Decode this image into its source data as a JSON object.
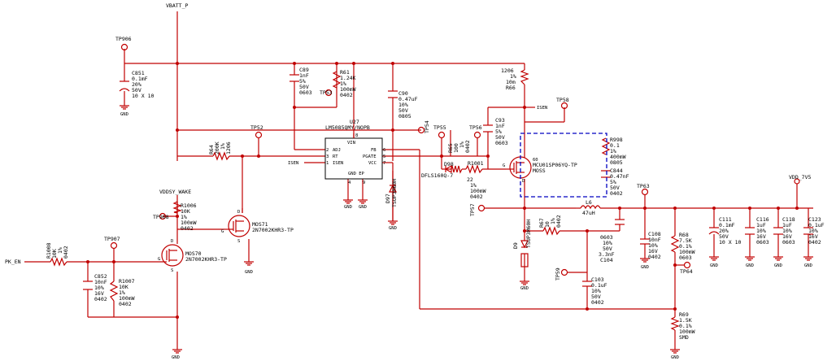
{
  "nets": {
    "vbatt": "VBATT_P",
    "vdd_7v5": "VDD_7V5",
    "vddsy_wake": "VDDSY_WAKE",
    "pk_en": "PK_EN",
    "isen": "ISEN",
    "gnd": "GND"
  },
  "test_points": {
    "tp906": "TP906",
    "tp53": "TP53",
    "tp52": "TP52",
    "tp54": "TP54",
    "tp55": "TP55",
    "tp56": "TP56",
    "tp58": "TP58",
    "tp57": "TP57",
    "tp63": "TP63",
    "tp64": "TP64",
    "tp59": "TP59",
    "tp907": "TP907",
    "tp908": "TP908"
  },
  "ic_pins": {
    "vin": "VIN",
    "adj": "ADJ",
    "rt": "RT",
    "isen": "ISEN",
    "fb": "FB",
    "pgate": "PGATE",
    "vcc": "VCC",
    "gnd_ep": "GND EP",
    "n1": "1",
    "n2": "2",
    "n3": "3",
    "n4": "4",
    "n5": "5",
    "n6": "6",
    "n7": "7",
    "n8": "8",
    "n9": "9"
  },
  "components": {
    "c851": [
      "C851",
      "0.1mF",
      "20%",
      "50V",
      "10 X 10"
    ],
    "c89": [
      "C89",
      "1nF",
      "5%",
      "50V",
      "0603"
    ],
    "r61": [
      "R61",
      "1.24K",
      "1%",
      "100mW",
      "0402"
    ],
    "c90": [
      "C90",
      "0.47uF",
      "10%",
      "50V",
      "0805"
    ],
    "u27": [
      "U27",
      "LM5085QMY/NOPB"
    ],
    "r64": [
      "R64",
      "200K",
      "1%",
      "1206"
    ],
    "r65": [
      "R65",
      "100",
      "1%",
      "0402"
    ],
    "c93": [
      "C93",
      "1nF",
      "5%",
      "50V",
      "0603"
    ],
    "r66": [
      "1206",
      "1%",
      "10m",
      "R66"
    ],
    "d98": [
      "D98",
      "DFLS160Q-7"
    ],
    "r1001": [
      "R1001",
      "22",
      "1%",
      "100mW",
      "0402"
    ],
    "q60": [
      "60",
      "MCU01SP06YQ-TP",
      "MOSS",
      "G",
      "D"
    ],
    "r998": [
      "R998",
      "0.1",
      "1%",
      "400mW",
      "0805"
    ],
    "c844": [
      "C844",
      "0.47nF",
      "5%",
      "50V",
      "0402"
    ],
    "d97": [
      "D97",
      "TSUP3M60H"
    ],
    "d9": [
      "D9",
      "TSUP3M60H"
    ],
    "r67": [
      "R67",
      "10",
      "1%",
      "0402"
    ],
    "l6": [
      "L6",
      "47uH"
    ],
    "c104": [
      "0603",
      "10%",
      "50V",
      "3.3nF",
      "C104"
    ],
    "c103": [
      "C103",
      "0.1uF",
      "10%",
      "50V",
      "0402"
    ],
    "c108": [
      "C108",
      "10nF",
      "10%",
      "16V",
      "0402"
    ],
    "r68": [
      "R68",
      "7.5K",
      "0.1%",
      "100mW",
      "0603"
    ],
    "r69": [
      "R69",
      "1.5K",
      "0.1%",
      "100mW",
      "SMD"
    ],
    "c111": [
      "C111",
      "0.1mF",
      "20%",
      "50V",
      "10 X 10"
    ],
    "c116": [
      "C116",
      "1uF",
      "10%",
      "16V",
      "0603"
    ],
    "c118": [
      "C118",
      "1uF",
      "10%",
      "16V",
      "0603"
    ],
    "c123": [
      "C123",
      "0.1uF",
      "10%",
      "16V",
      "0402"
    ],
    "r1006": [
      "R1006",
      "10K",
      "1%",
      "100mW",
      "0402"
    ],
    "q71": [
      "MOS71",
      "2N7002KHR3-TP",
      "D",
      "G",
      "S"
    ],
    "q70": [
      "MOS70",
      "2N7002KHR3-TP",
      "D",
      "G",
      "S"
    ],
    "r1008": [
      "R1008",
      "10K",
      "1%",
      "0402"
    ],
    "c852": [
      "C852",
      "10nF",
      "10%",
      "16V",
      "0402"
    ],
    "r1007": [
      "R1007",
      "10K",
      "1%",
      "100mW",
      "0402"
    ]
  }
}
